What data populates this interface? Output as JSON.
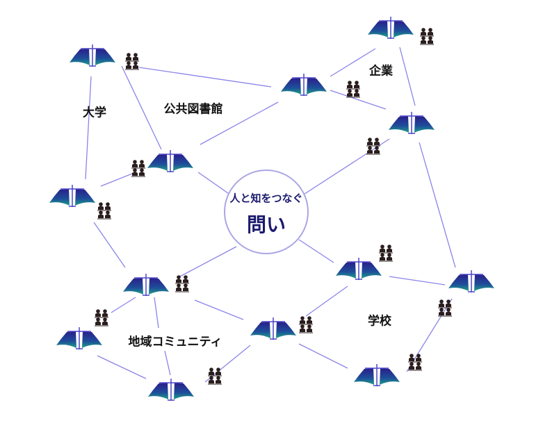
{
  "center": {
    "subtitle": "人と知をつなぐ",
    "title": "問い"
  },
  "labels": {
    "university": "大学",
    "library": "公共図書館",
    "company": "企業",
    "school": "学校",
    "community": "地域コミュニティ"
  },
  "colors": {
    "line": "#8a84e8",
    "book_top": "#2a1f8a",
    "book_bottom": "#1f9a86",
    "people": "#2a1e1e",
    "text": "#1a1a6e"
  }
}
